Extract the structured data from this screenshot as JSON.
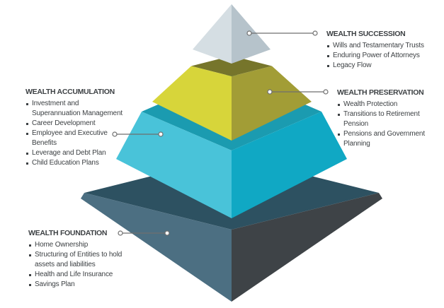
{
  "sections": {
    "succession": {
      "heading": "WEALTH SUCCESSION",
      "items": [
        "Wills and Testamentary Trusts",
        "Enduring Power of Attorneys",
        "Legacy Flow"
      ]
    },
    "preservation": {
      "heading": "WEALTH PRESERVATION",
      "items": [
        "Wealth Protection",
        "Transitions to Retirement Pension",
        "Pensions and Government Planning"
      ]
    },
    "accumulation": {
      "heading": "WEALTH ACCUMULATION",
      "items": [
        "Investment and Superannuation Management",
        "Career Development",
        "Employee and Executive Benefits",
        "Leverage and Debt Plan",
        "Child Education Plans"
      ]
    },
    "foundation": {
      "heading": "WEALTH FOUNDATION",
      "items": [
        "Home Ownership",
        "Structuring of Entities to hold assets and liabilities",
        "Health and Life Insurance",
        "Savings Plan"
      ]
    }
  },
  "pyramid": {
    "tiers": [
      {
        "name": "succession-tier",
        "left_face": "#d5dee3",
        "right_face": "#b6c3cb"
      },
      {
        "name": "preservation-tier",
        "left_face": "#d7d53a",
        "right_face": "#a29d36",
        "top_rim": "#76752b"
      },
      {
        "name": "accumulation-tier",
        "left_face": "#49c3d9",
        "right_face": "#10a8c4",
        "top_rim": "#1b9bb0"
      },
      {
        "name": "foundation-tier",
        "left_face": "#4c6f82",
        "right_face": "#3e4347",
        "top_rim": "#2d5161"
      }
    ],
    "connector": {
      "color": "#6f6f6f",
      "endpoint_fill": "#ffffff"
    }
  },
  "text_colors": {
    "heading": "#3d4144",
    "body": "#3d4144"
  }
}
